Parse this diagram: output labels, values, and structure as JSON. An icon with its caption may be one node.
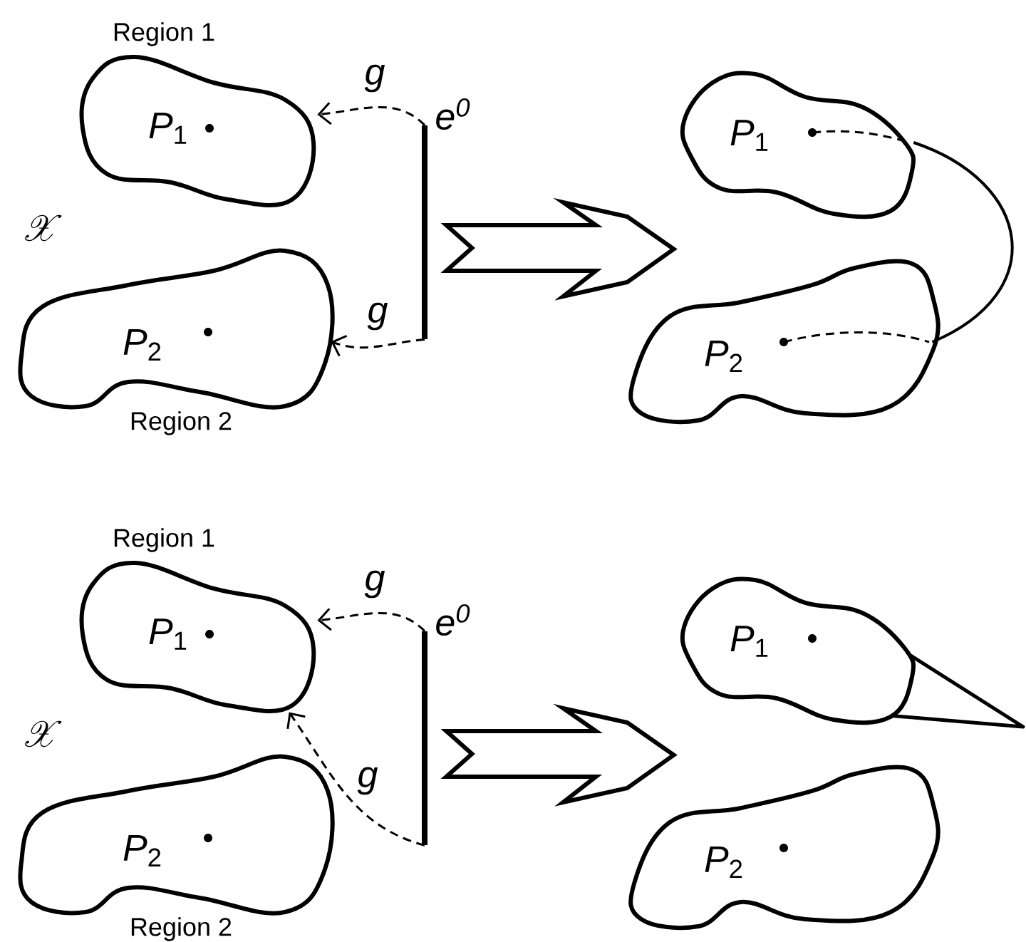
{
  "diagram": {
    "nodes": [
      {
        "text": [
          "*P*$_{1}$"
        ],
        "beside": [
          "Region 1"
        ]
      },
      {
        "text": [
          "*P*$_{2}$"
        ],
        "beside": [
          "Region 2"
        ]
      },
      {
        "text": [
          "e$^{0}$"
        ]
      },
      {
        "text": [
          "*P*$_{1}$"
        ]
      },
      {
        "text": [
          "*P*$_{2}$"
        ]
      },
      {
        "text": [
          "*P*$_{1}$"
        ],
        "beside": [
          "Region 1"
        ]
      },
      {
        "text": [
          "*P*$_{2}$"
        ],
        "beside": [
          "Region 2"
        ]
      },
      {
        "text": [
          "e$^{0}$"
        ]
      },
      {
        "text": [
          "*P*$_{1}$"
        ]
      },
      {
        "text": [
          "*P*$_{2}$"
        ]
      }
    ],
    "edges": [
      {
        "from": 2,
        "to": 0,
        "arrow": "to",
        "label": "g",
        "style": "dashed"
      },
      {
        "from": 2,
        "to": 1,
        "arrow": "to",
        "label": "g",
        "style": "dashed"
      },
      {
        "from": 7,
        "to": 5,
        "arrow": "to",
        "label": "g",
        "style": "dashed"
      },
      {
        "from": 7,
        "to": 5,
        "arrow": "to",
        "label": "g",
        "style": "dashed"
      },
      {
        "from": 2,
        "to": 4,
        "arrow": "to",
        "style": "thick"
      },
      {
        "from": 7,
        "to": 9,
        "arrow": "to",
        "style": "thick"
      },
      {
        "from": 3,
        "to": 4,
        "arrow": "none"
      }
    ],
    "labels": [
      "\\mathscr{X}",
      "\\mathscr{X}"
    ]
  }
}
